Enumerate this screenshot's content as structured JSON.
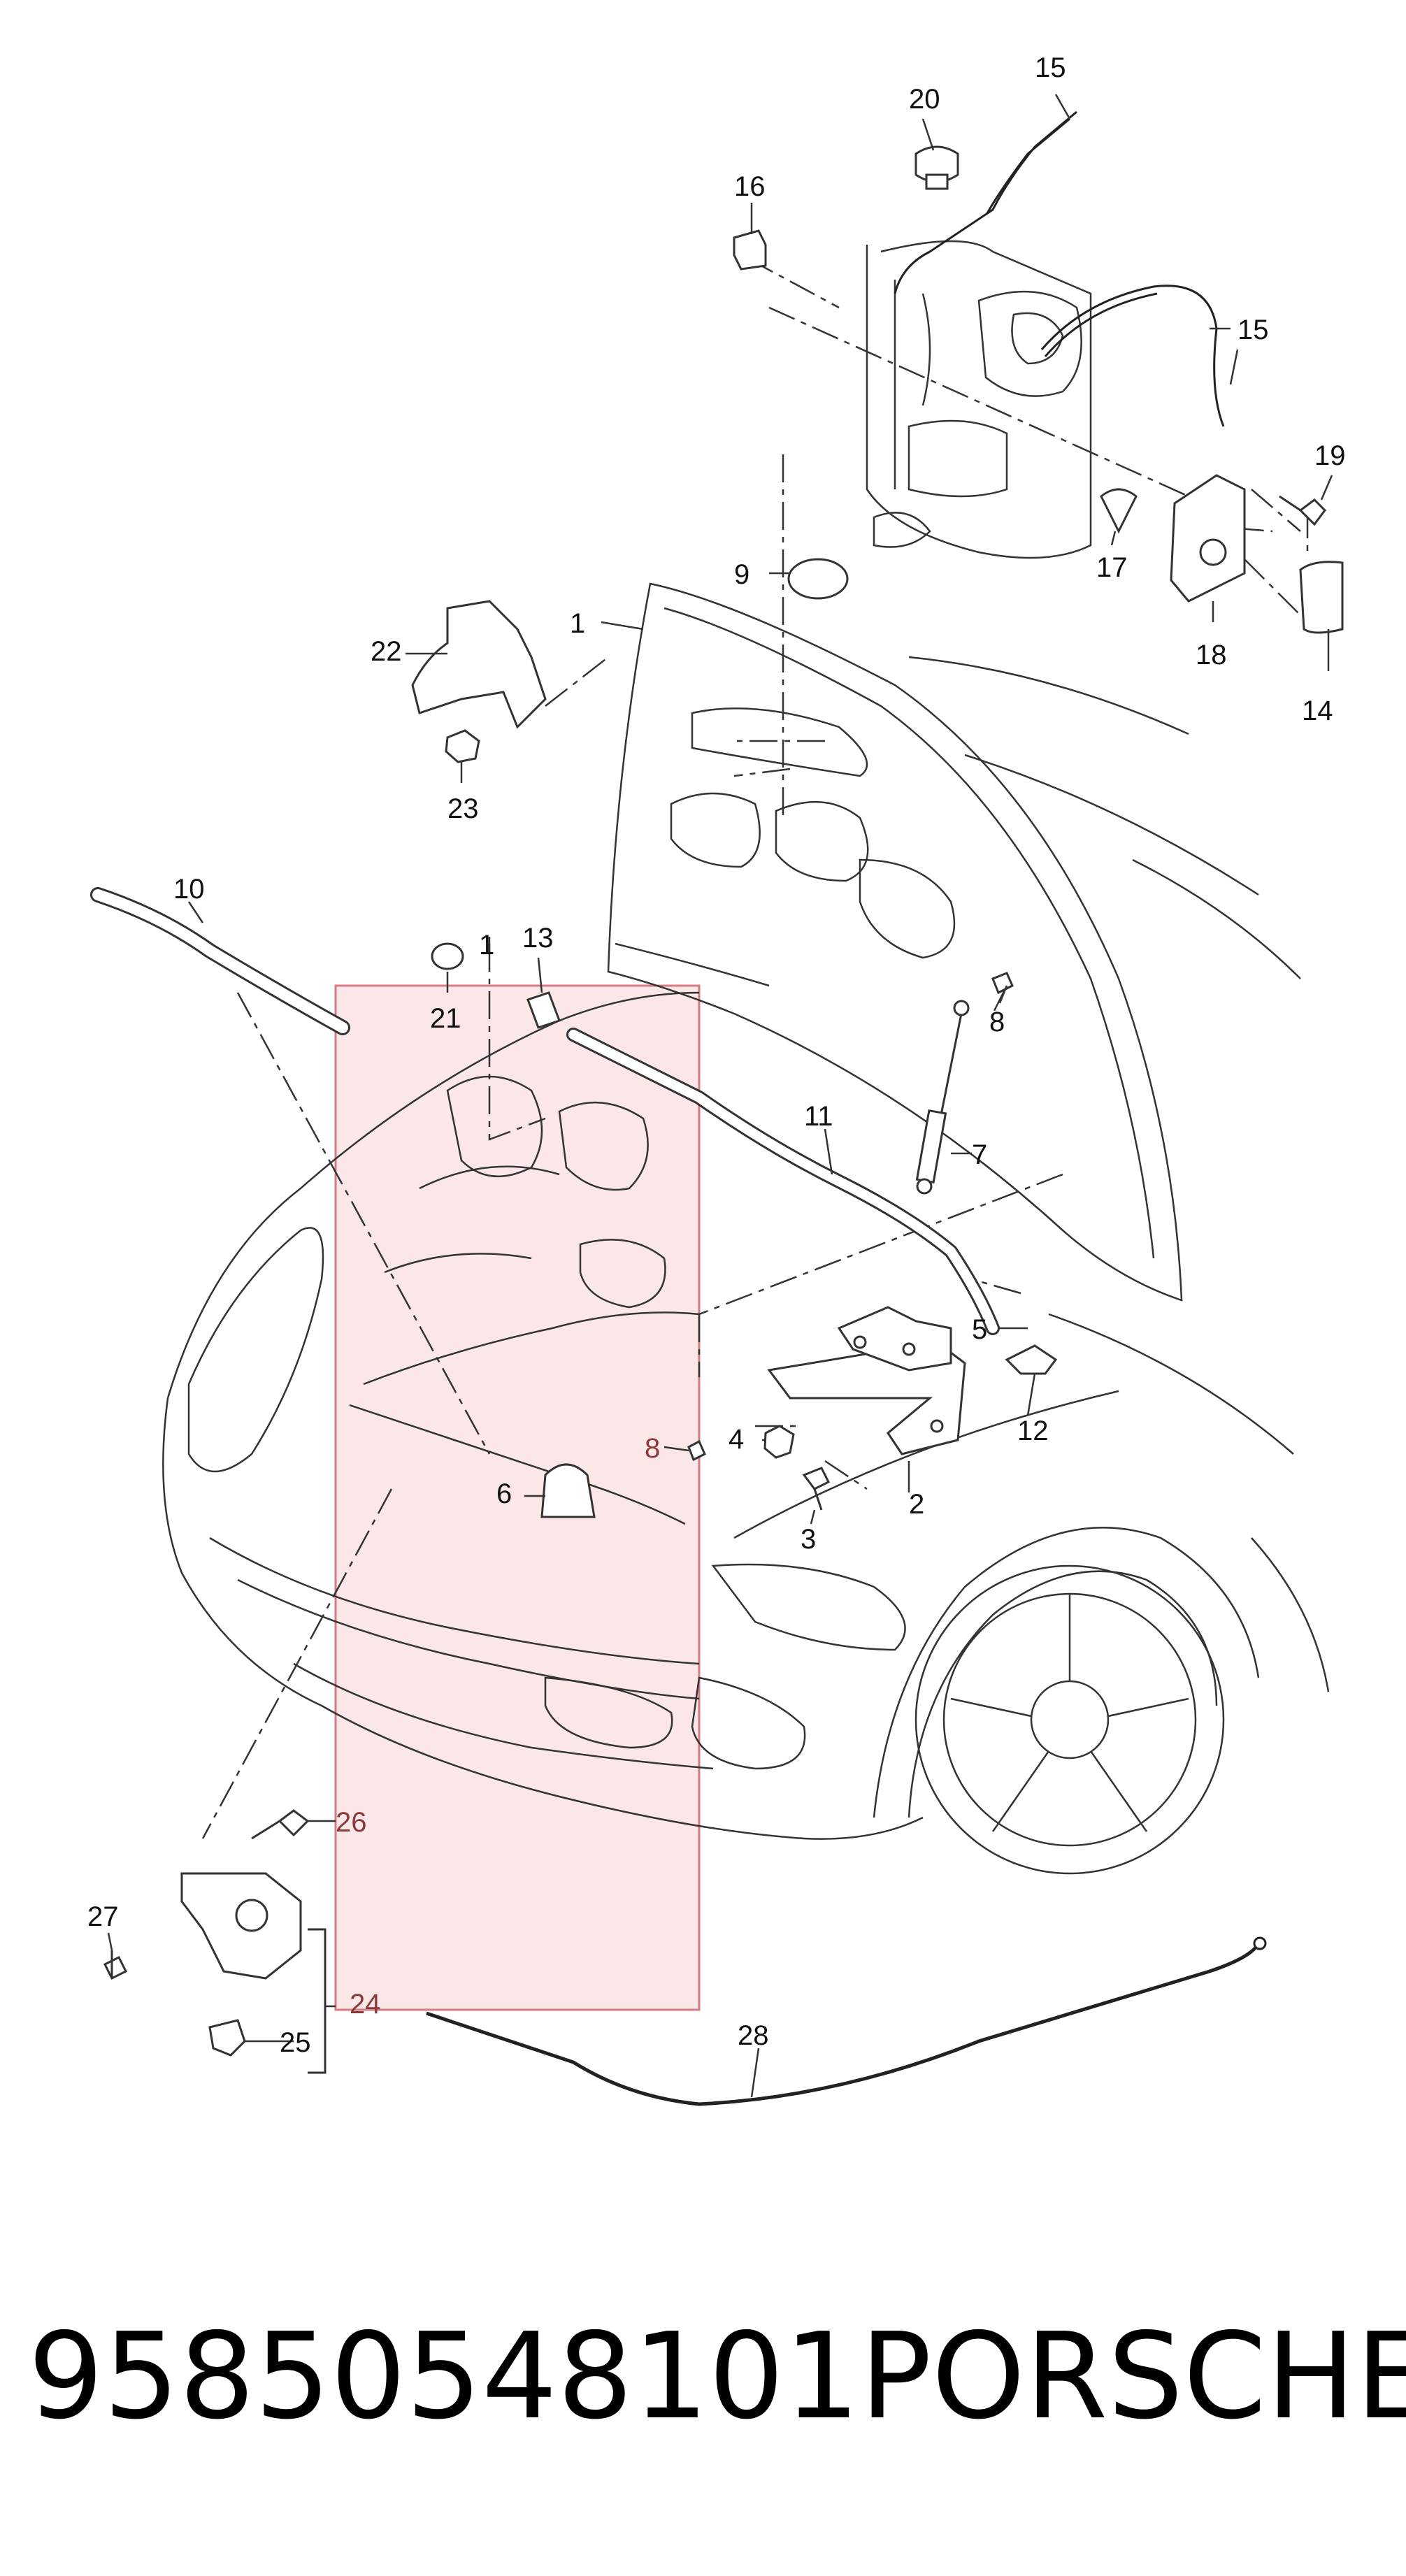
{
  "callouts": {
    "c1": "1",
    "c1b": "1",
    "c2": "2",
    "c3": "3",
    "c4": "4",
    "c5": "5",
    "c6": "6",
    "c7": "7",
    "c8a": "8",
    "c8b": "8",
    "c9": "9",
    "c10": "10",
    "c11": "11",
    "c12": "12",
    "c13": "13",
    "c14": "14",
    "c15a": "15",
    "c15b": "15",
    "c16": "16",
    "c17": "17",
    "c18": "18",
    "c19": "19",
    "c20": "20",
    "c21": "21",
    "c22": "22",
    "c23": "23",
    "c24": "24",
    "c25": "25",
    "c26": "26",
    "c27": "27",
    "c28": "28"
  },
  "caption": {
    "part_number": "95850548101",
    "brand": "PORSCHE"
  },
  "colors": {
    "line": "#333333",
    "highlight_fill": "#f8d3d6",
    "highlight_stroke": "#d47a84",
    "text": "#111111"
  }
}
